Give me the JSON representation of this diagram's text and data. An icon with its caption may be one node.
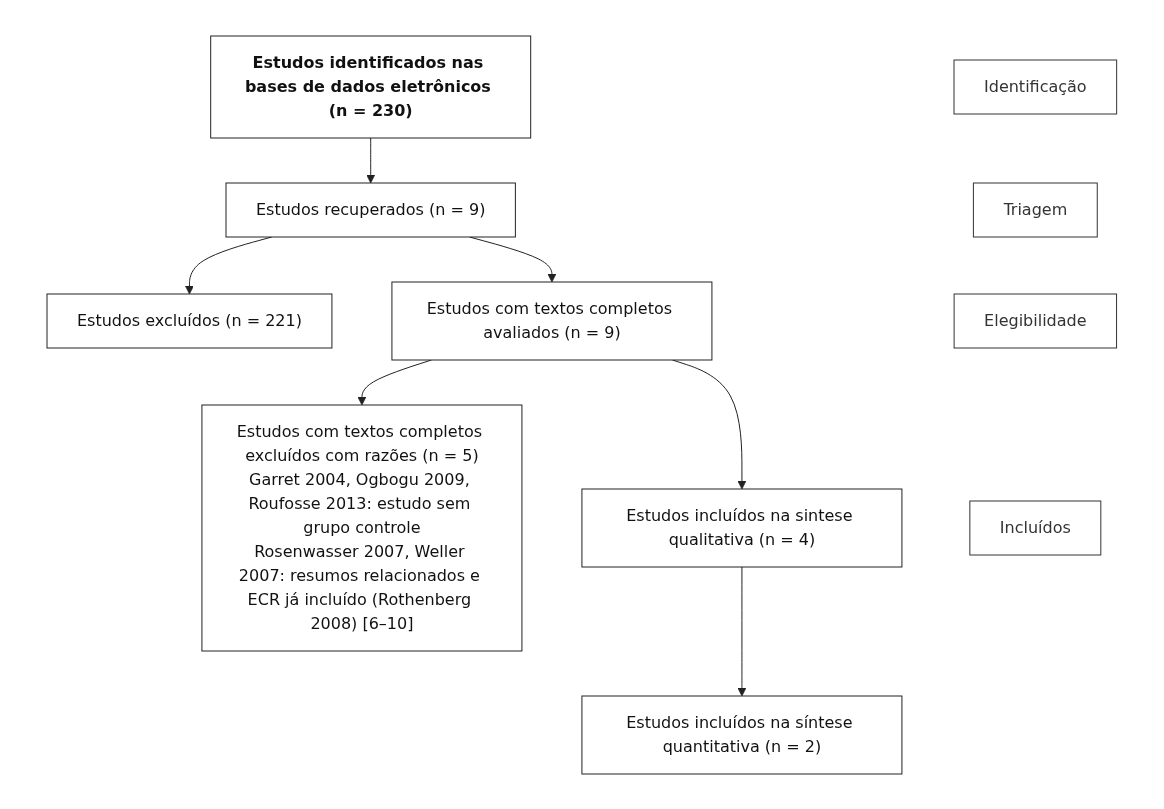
{
  "diagram": {
    "nodes": [
      {
        "text": [
          "Identificação"
        ]
      },
      {
        "text": [
          "Estudos identificados nas bases de dados eletrônicos (n = 230)"
        ]
      },
      {
        "text": [
          "Triagem"
        ]
      },
      {
        "text": [
          "Estudos recuperados (n = 9)"
        ]
      },
      {
        "text": [
          "Estudos excluídos (n = 221)"
        ]
      },
      {
        "text": [
          "Elegibilidade"
        ]
      },
      {
        "text": [
          "Estudos com textos completos avaliados (n = 9)"
        ]
      },
      {
        "text": [
          "Estudos com textos completos excluídos com razões (n = 5)",
          "Garret 2004, Ogbogu 2009, Roufosse 2013: estudo sem grupo controle",
          "Rosenwasser 2007, Weller 2007: resumos relacionados e ECR já incluído (Rothenberg 2008) [6–10]"
        ]
      },
      {
        "text": [
          "Estudos incluídos na sintese qualitativa (n = 4)"
        ]
      },
      {
        "text": [
          "Incluídos"
        ]
      },
      {
        "text": [
          "Estudos incluídos na síntese quantitativa (n = 2)"
        ]
      }
    ],
    "edges": [
      {
        "from": 1,
        "to": 3,
        "arrow": "to"
      },
      {
        "from": 3,
        "to": 4,
        "arrow": "to"
      },
      {
        "from": 3,
        "to": 6,
        "arrow": "to"
      },
      {
        "from": 6,
        "to": 7,
        "arrow": "to"
      },
      {
        "from": 6,
        "to": 8,
        "arrow": "to"
      },
      {
        "from": 8,
        "to": 10,
        "arrow": "to"
      }
    ]
  }
}
